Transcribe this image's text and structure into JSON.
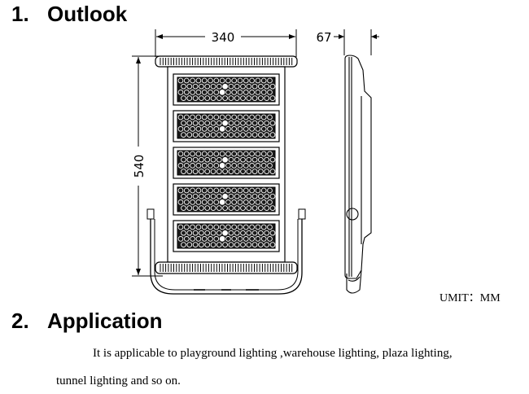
{
  "outlook": {
    "number": "1.",
    "title": "Outlook"
  },
  "drawing": {
    "width_label": "340",
    "depth_label": "67",
    "height_label": "540",
    "unit_label": "UMIT：MM",
    "led_module_count": 5
  },
  "application": {
    "number": "2.",
    "title": "Application",
    "text_line1": "It is applicable to playground lighting ,warehouse lighting, plaza lighting,",
    "text_line2": "tunnel lighting and so on."
  }
}
